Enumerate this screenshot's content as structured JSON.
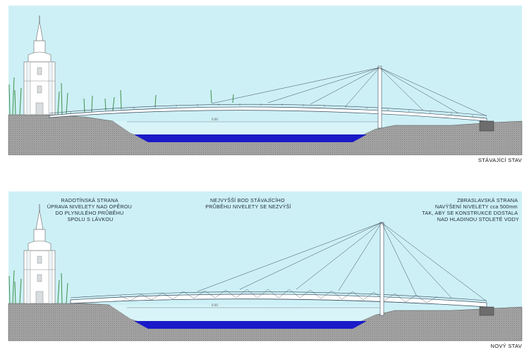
{
  "panels": [
    {
      "id": "existing",
      "state_label": "STÁVAJÍCÍ STAV",
      "span_label": "0.00",
      "notes": []
    },
    {
      "id": "new",
      "state_label": "NOVÝ STAV",
      "span_label": "0.00",
      "notes": [
        {
          "id": "left",
          "lines": [
            "RADOTÍNSKÁ STRANA",
            "ÚPRAVA NIVELETY NAD OPĚROU",
            "DO PLYNULÉHO PRŮBĚHU",
            "SPOLU S LÁVKOU"
          ]
        },
        {
          "id": "center",
          "lines": [
            "NEJVYŠŠÍ BOD STÁVAJÍCÍHO",
            "PRŮBĚHU NIVELETY SE NEZVÝŠÍ"
          ]
        },
        {
          "id": "right",
          "lines": [
            "ZBRASLAVSKÁ STRANA",
            "NAVÝŠENÍ NIVELETY cca 500mm",
            "TAK, ABY SE KONSTRUKCE DOSTALA",
            "NAD HLADINOU STOLETÉ VODY"
          ]
        }
      ]
    }
  ],
  "colors": {
    "sky": "#cdf0f6",
    "ground": "#9e9e9e",
    "water": "#1a1ac8",
    "river_bed": "#d8f4f9",
    "structure": "#3a4a5a",
    "reeds": "#3f8f4a"
  }
}
